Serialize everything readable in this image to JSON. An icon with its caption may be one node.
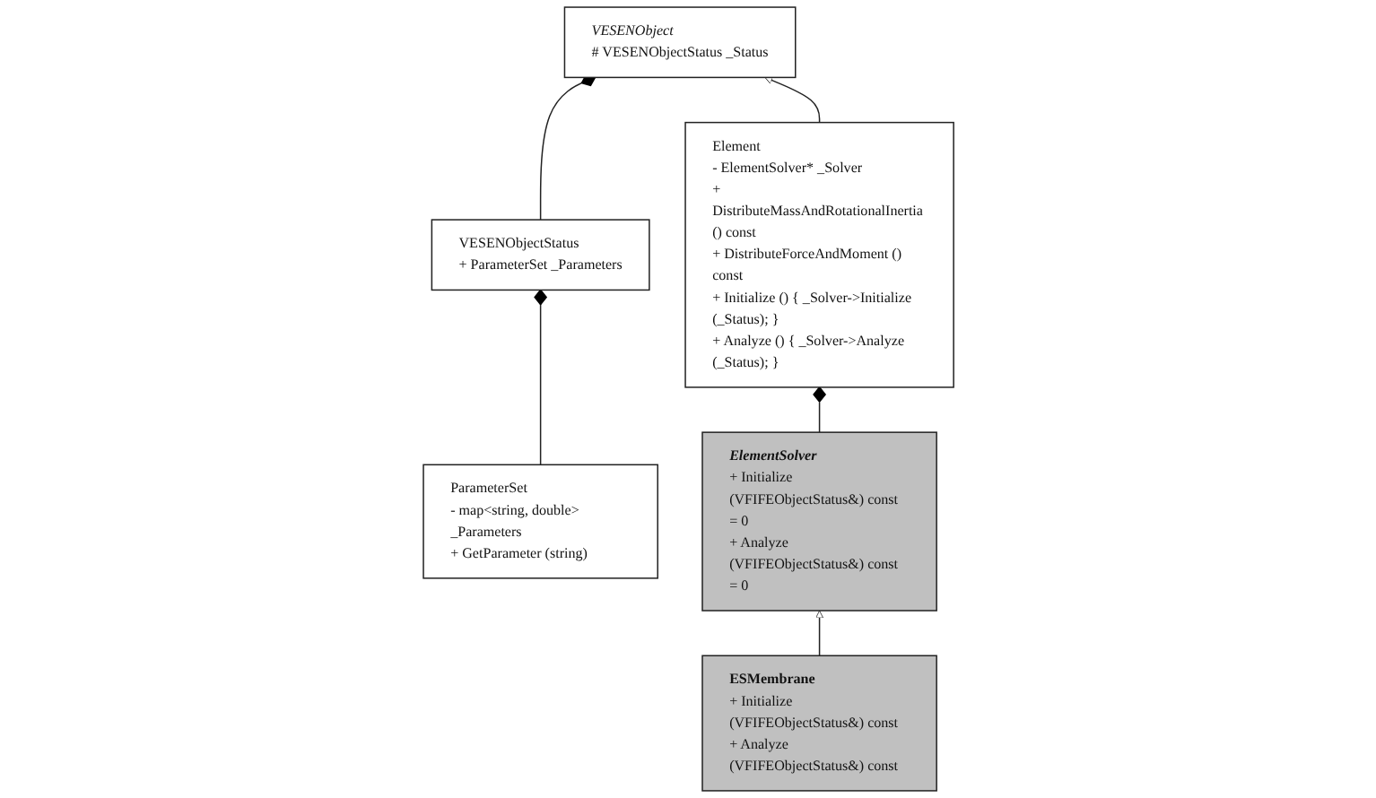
{
  "diagram": {
    "nodes": [
      {
        "text": [
          "VESENObject",
          "# VESENObjectStatus _Status"
        ]
      },
      {
        "text": [
          "VESENObjectStatus",
          "+ ParameterSet _Parameters"
        ]
      },
      {
        "text": [
          "ParameterSet",
          "- map<string, double> _Parameters",
          "+ GetParameter (string)"
        ]
      },
      {
        "text": [
          "Element",
          "- ElementSolver* _Solver",
          "+ DistributeMassAndRotationalInertia () const",
          "+ DistributeForceAndMoment () const",
          "+ Initialize () { _Solver->Initialize (_Status); }",
          "+ Analyze () { _Solver->Analyze (_Status); }"
        ]
      },
      {
        "text": [
          "ElementSolver",
          "+ Initialize (VFIFEObjectStatus&) const = 0",
          "+ Analyze (VFIFEObjectStatus&) const = 0"
        ]
      },
      {
        "text": [
          "ESMembrane",
          "+ Initialize (VFIFEObjectStatus&) const",
          "+ Analyze (VFIFEObjectStatus&) const"
        ]
      }
    ],
    "edges": [
      {
        "from": 1,
        "to": 0,
        "arrow": "other"
      },
      {
        "from": 2,
        "to": 1,
        "arrow": "other"
      },
      {
        "from": 3,
        "to": 0,
        "arrow": "to"
      },
      {
        "from": 4,
        "to": 3,
        "arrow": "other"
      },
      {
        "from": 5,
        "to": 4,
        "arrow": "to"
      }
    ]
  }
}
